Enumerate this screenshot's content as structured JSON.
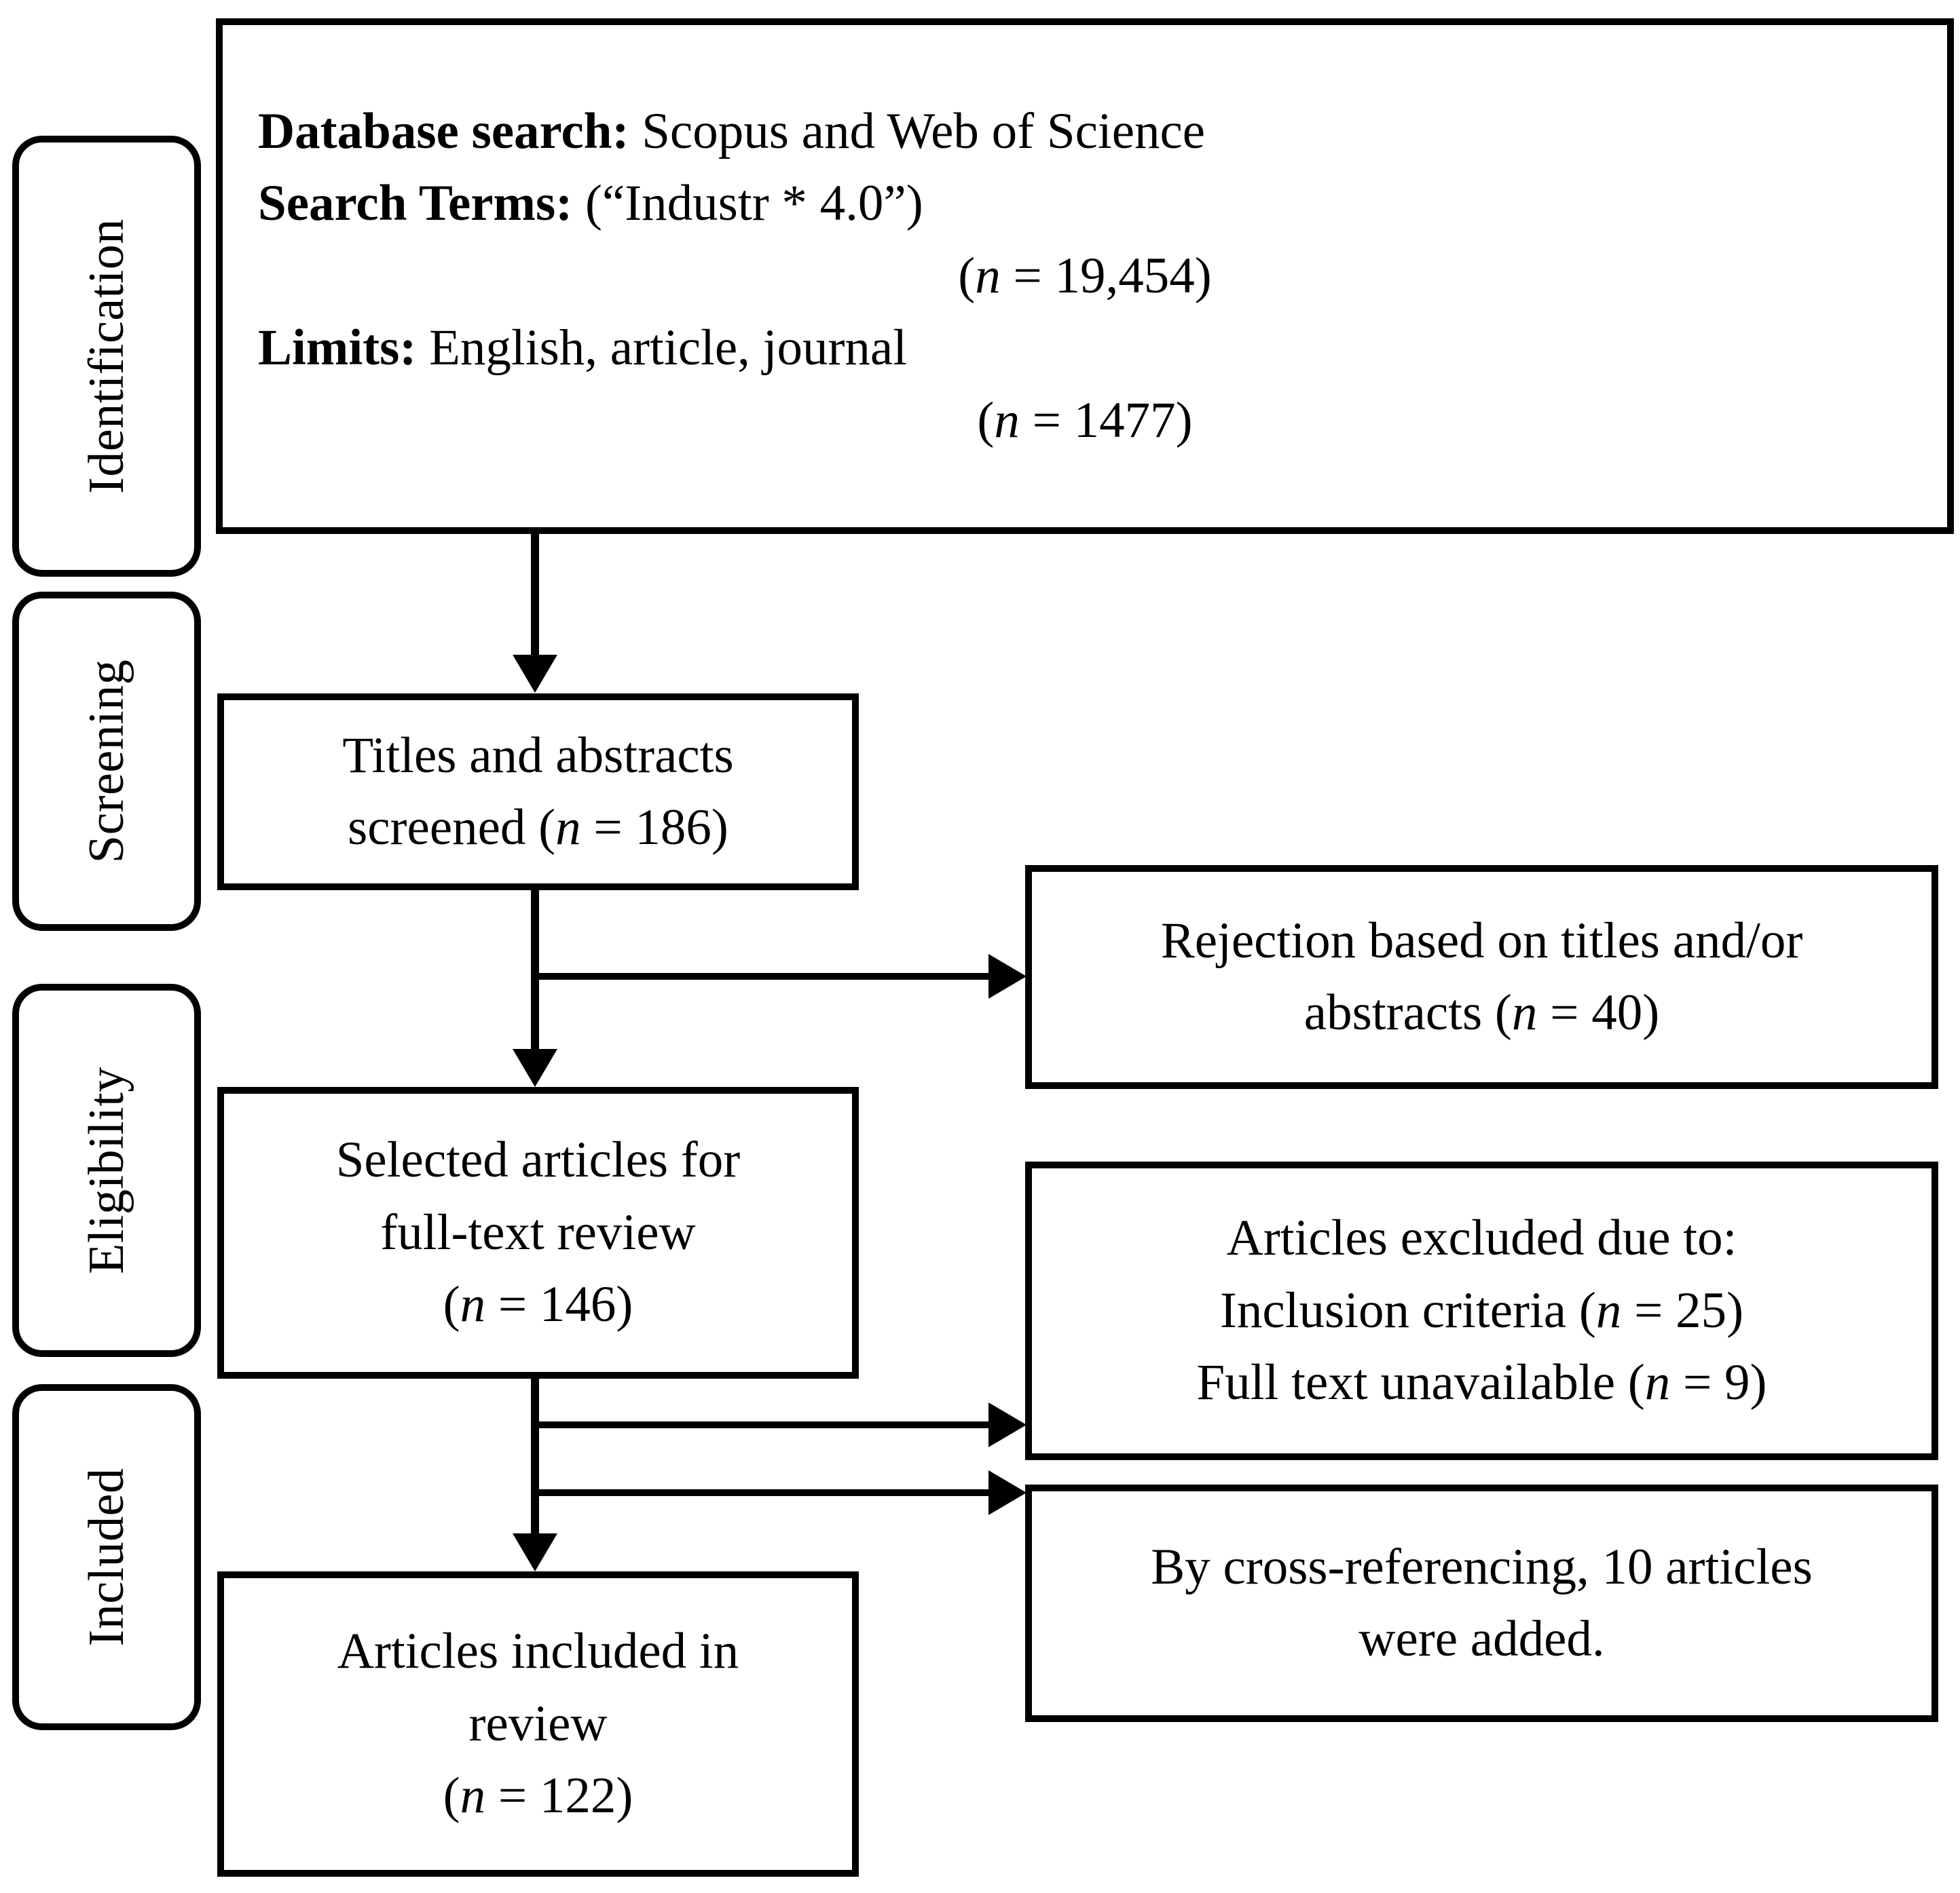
{
  "diagram": {
    "title": "PRISMA study selection flow diagram",
    "accent_color": "#000000",
    "background_color": "#ffffff"
  },
  "stages": [
    {
      "id": "identification",
      "label": "Identification"
    },
    {
      "id": "screening",
      "label": "Screening"
    },
    {
      "id": "eligibility",
      "label": "Eligibility"
    },
    {
      "id": "included",
      "label": "Included"
    }
  ],
  "nodes": {
    "identification_box": {
      "lines": [
        {
          "bold_prefix": "Database search:",
          "rest": " Scopus and Web of Science"
        },
        {
          "bold_prefix": "Search Terms:",
          "rest": " (“Industr * 4.0”)"
        },
        {
          "centered": true,
          "italic_n": "n",
          "rest": " = 19,454",
          "full": "(n = 19,454)"
        },
        {
          "bold_prefix": "Limits:",
          "rest": " English, article, journal"
        },
        {
          "centered": true,
          "italic_n": "n",
          "rest": " = 1477",
          "full": "(n = 1477)"
        }
      ]
    },
    "screened_box": {
      "line1": "Titles and abstracts",
      "line2_pre": "screened (",
      "line2_n": "n",
      "line2_post": " = 186)"
    },
    "rejected_box": {
      "line1": "Rejection based on titles and/or",
      "line2_pre": "abstracts (",
      "line2_n": "n",
      "line2_post": " = 40)"
    },
    "selected_box": {
      "line1": "Selected articles for",
      "line2": "full-text review",
      "line3_pre": "(",
      "line3_n": "n",
      "line3_post": " = 146)"
    },
    "excluded_box": {
      "line1": "Articles excluded due to:",
      "line2_pre": "Inclusion criteria (",
      "line2_n": "n",
      "line2_post": " = 25)",
      "line3_pre": "Full text unavailable (",
      "line3_n": "n",
      "line3_post": " = 9)"
    },
    "crossref_box": {
      "line1": "By cross-referencing, 10 articles",
      "line2": "were added."
    },
    "included_box": {
      "line1": "Articles included in",
      "line2": "review",
      "line3_pre": "(",
      "line3_n": "n",
      "line3_post": " = 122)"
    }
  },
  "counts": {
    "database_records": "19,454",
    "after_limits": "1477",
    "titles_abstracts_screened": "186",
    "rejected_titles_abstracts": "40",
    "full_text_selected": "146",
    "excluded_inclusion_criteria": "25",
    "excluded_full_text_unavailable": "9",
    "added_by_cross_referencing": "10",
    "included_in_review": "122"
  }
}
